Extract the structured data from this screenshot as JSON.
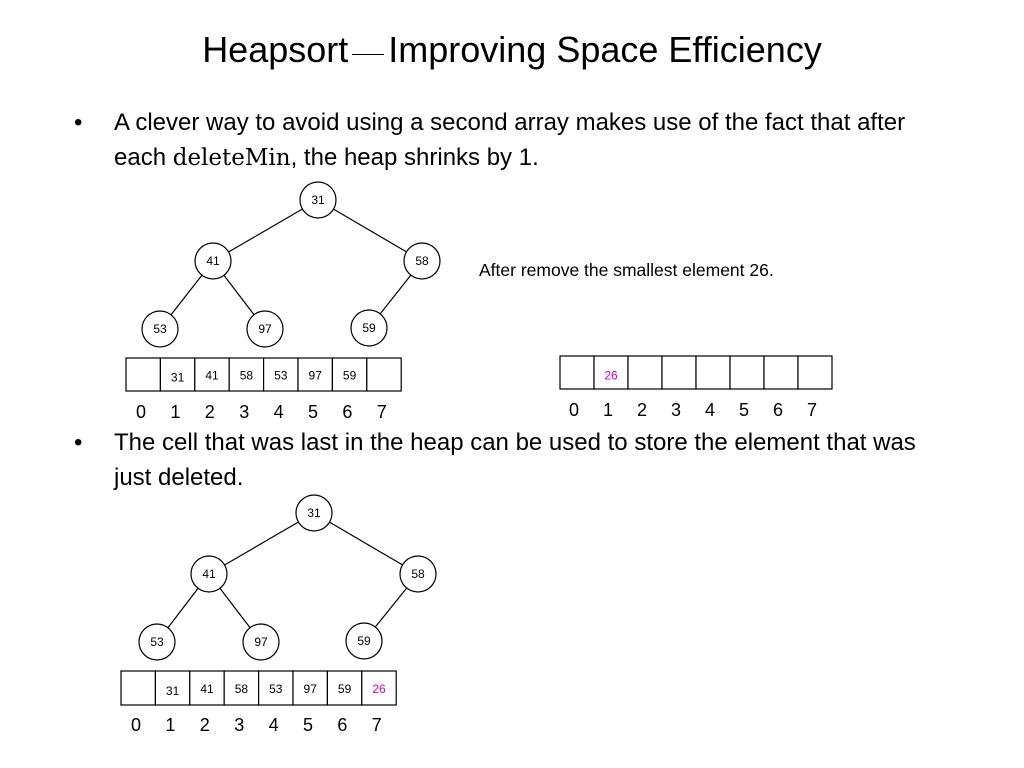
{
  "title": {
    "left": "Heapsort",
    "right": "Improving Space Efficiency"
  },
  "bullets": [
    {
      "marker": "•",
      "text_before": "A clever way to avoid using a second array makes use of the fact that after each ",
      "code": "deleteMin",
      "text_after": ", the heap shrinks by 1."
    },
    {
      "marker": "•",
      "text_before": "The cell that was last in the heap can be used to store the element that was just deleted.",
      "code": "",
      "text_after": ""
    }
  ],
  "caption": "After remove the smallest element 26.",
  "colors": {
    "highlight": "#cc00cc",
    "stroke": "#000000"
  },
  "top_tree": {
    "nodes": [
      "31",
      "41",
      "58",
      "53",
      "97",
      "59"
    ],
    "array": [
      "",
      "31",
      "41",
      "58",
      "53",
      "97",
      "59",
      ""
    ],
    "indices": [
      "0",
      "1",
      "2",
      "3",
      "4",
      "5",
      "6",
      "7"
    ]
  },
  "right_array": {
    "array": [
      "",
      "26",
      "",
      "",
      "",
      "",
      "",
      ""
    ],
    "indices": [
      "0",
      "1",
      "2",
      "3",
      "4",
      "5",
      "6",
      "7"
    ],
    "highlight_cell": 1
  },
  "bottom_tree": {
    "nodes": [
      "31",
      "41",
      "58",
      "53",
      "97",
      "59"
    ],
    "array": [
      "",
      "31",
      "41",
      "58",
      "53",
      "97",
      "59",
      "26"
    ],
    "indices": [
      "0",
      "1",
      "2",
      "3",
      "4",
      "5",
      "6",
      "7"
    ],
    "highlight_cell": 7
  }
}
